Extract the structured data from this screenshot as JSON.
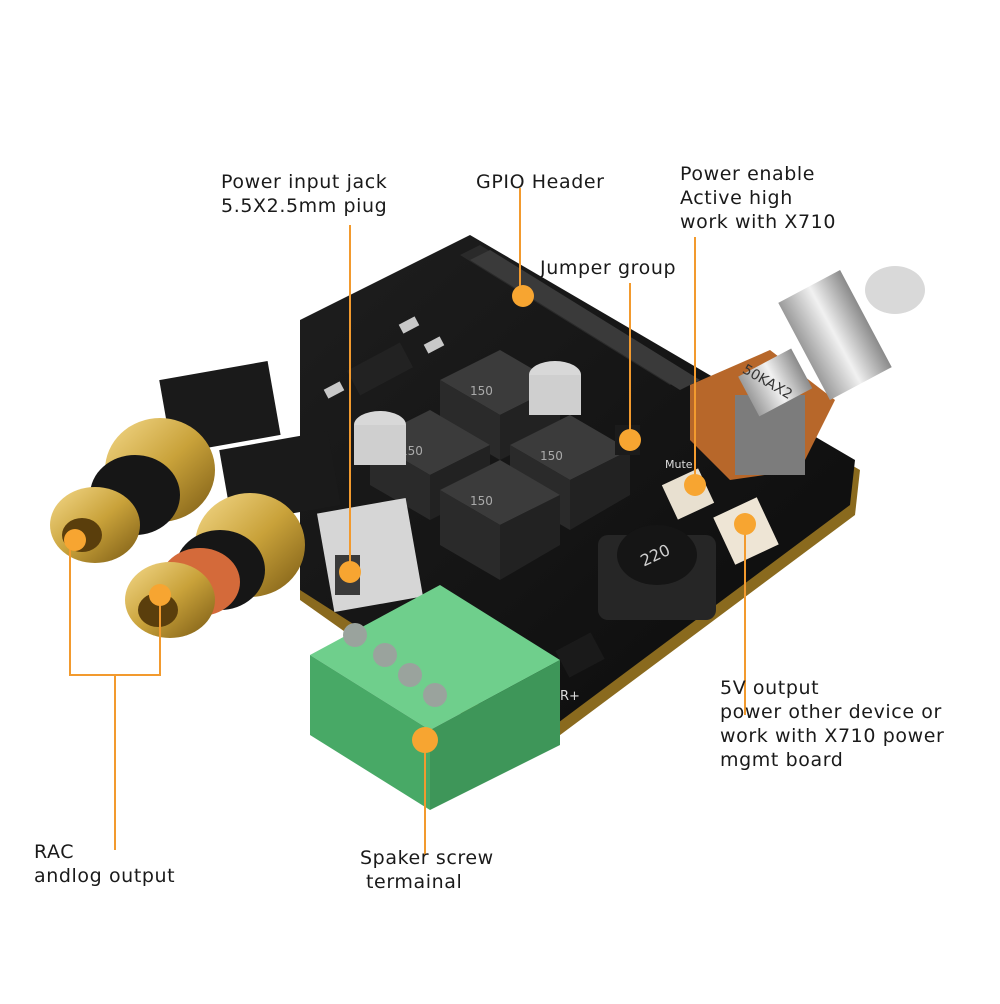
{
  "colors": {
    "callout": "#f29a2e",
    "dot": "#f7a531",
    "board": "#141414",
    "terminal": "#5cbf7a",
    "gold": "#c9a23a"
  },
  "labels": {
    "power_input": [
      "Power input jack",
      "5.5X2.5mm piug"
    ],
    "gpio": [
      "GPIO Header"
    ],
    "power_enable": [
      "Power enable",
      "Active high",
      "work with X710"
    ],
    "jumper": [
      "Jumper group"
    ],
    "five_v": [
      "5V output",
      "power other device or",
      "work with X710 power",
      "mgmt board"
    ],
    "rac": [
      "RAC",
      "andlog output"
    ],
    "speaker": [
      "Spaker screw",
      "termainal"
    ]
  },
  "board_marks": {
    "inductor": "220",
    "pot": "50KAX2",
    "cap_1": "150",
    "cap_2": "150",
    "cap_3": "150",
    "cap_4": "150",
    "mute": "Mute",
    "rplus": "R+"
  }
}
